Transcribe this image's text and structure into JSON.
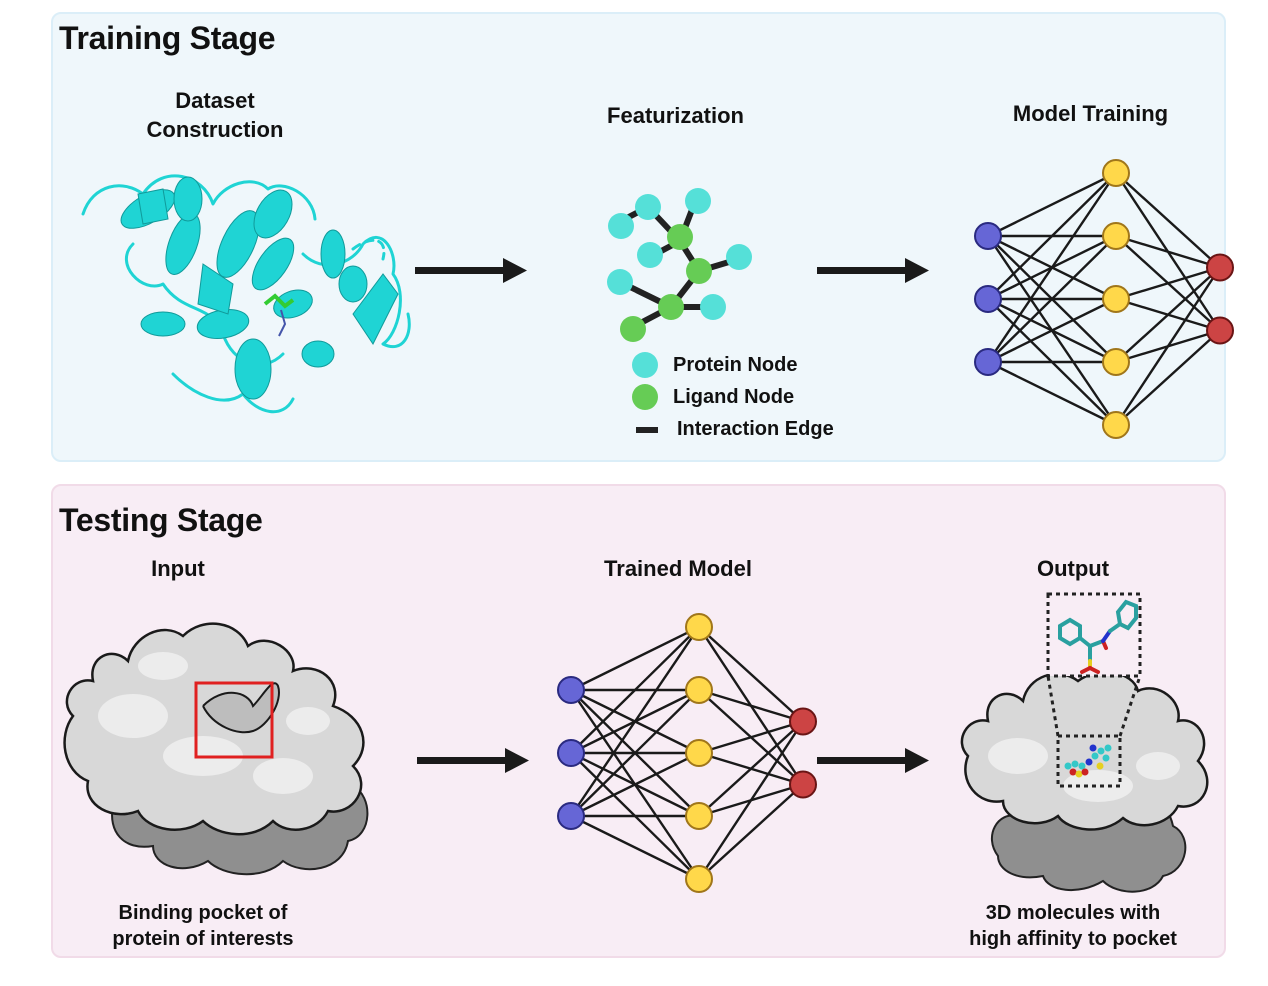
{
  "training": {
    "title": "Training Stage",
    "steps": {
      "dataset": {
        "line1": "Dataset",
        "line2": "Construction"
      },
      "featurization": "Featurization",
      "model": "Model Training"
    },
    "legend": [
      {
        "label": "Protein Node",
        "color": "#55e0d8",
        "icon": "protein-node-circle"
      },
      {
        "label": "Ligand Node",
        "color": "#66cc55",
        "icon": "ligand-node-circle"
      },
      {
        "label": "Interaction Edge",
        "color": "#222222",
        "icon": "edge-bar"
      }
    ]
  },
  "testing": {
    "title": "Testing Stage",
    "steps": {
      "input": "Input",
      "trained_model": "Trained Model",
      "output": "Output"
    },
    "captions": {
      "input": {
        "line1": "Binding pocket of",
        "line2": "protein of interests"
      },
      "output": {
        "line1": "3D molecules with",
        "line2": "high affinity to pocket"
      }
    }
  },
  "network": {
    "layers": [
      3,
      5,
      2
    ],
    "colors": {
      "input": "#6666d6",
      "hidden": "#ffd84a",
      "output": "#cc4444",
      "input_stroke": "#2a2a80",
      "hidden_stroke": "#a0761a",
      "output_stroke": "#6a1515"
    }
  },
  "colors": {
    "training_bg": "#eff7fb",
    "testing_bg": "#f8edf5",
    "protein_cartoon": "#1fd4d4",
    "pocket_box": "#e02020",
    "arrow": "#1a1a1a"
  }
}
